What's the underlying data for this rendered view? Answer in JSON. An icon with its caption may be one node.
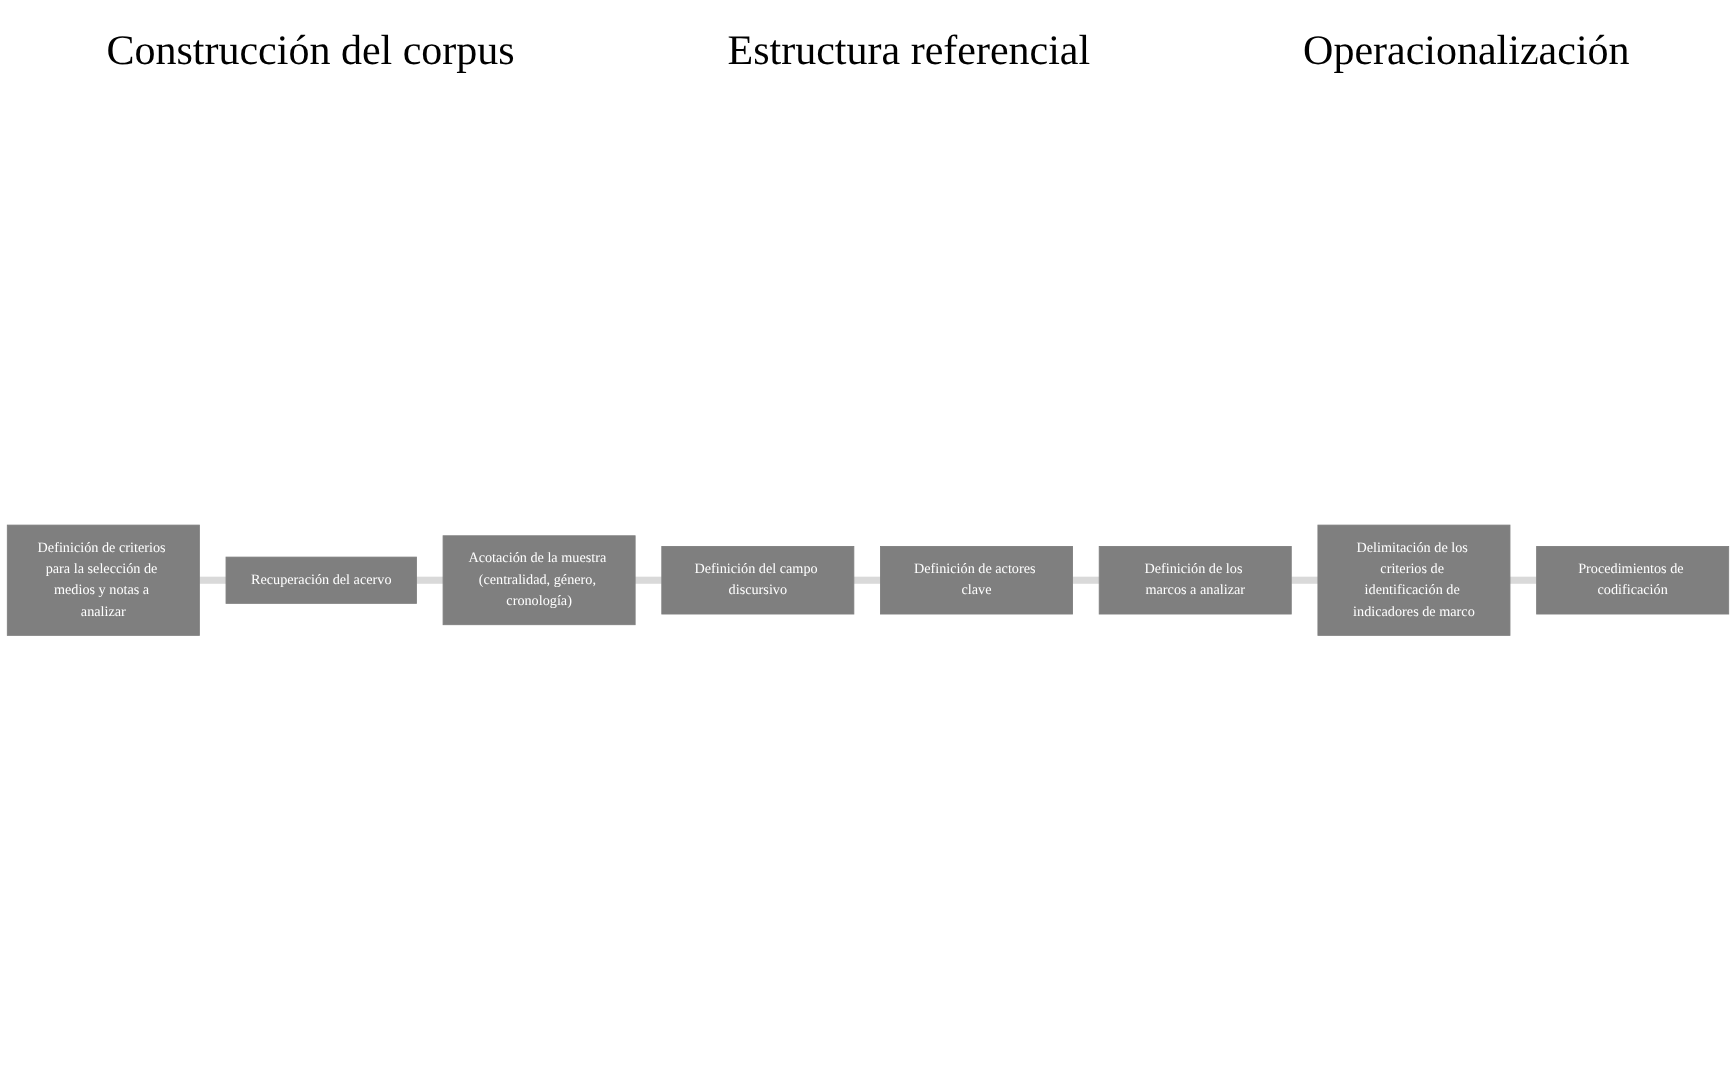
{
  "diagram": {
    "nodes": [
      {
        "text": [
          "Definición de criterios para la selección de medios y notas a analizar"
        ]
      },
      {
        "text": [
          "Recuperación del acervo"
        ]
      },
      {
        "text": [
          "Acotación de la muestra (centralidad, género, cronología)"
        ]
      },
      {
        "text": [
          "Definición de los marcos a analizar"
        ]
      },
      {
        "text": [
          "Definición de actores clave"
        ]
      },
      {
        "text": [
          "Definición del campo discursivo"
        ]
      },
      {
        "text": [
          "Delimitación de los criterios de identificación de indicadores de marco"
        ]
      },
      {
        "text": [
          "Procedimientos de codificación"
        ]
      }
    ],
    "edges": [
      {
        "from": 0,
        "to": 1,
        "arrow": "none"
      },
      {
        "from": 1,
        "to": 2,
        "arrow": "none"
      },
      {
        "from": 2,
        "to": 5,
        "arrow": "none"
      },
      {
        "from": 5,
        "to": 4,
        "arrow": "none"
      },
      {
        "from": 4,
        "to": 3,
        "arrow": "none"
      },
      {
        "from": 3,
        "to": 6,
        "arrow": "none"
      },
      {
        "from": 6,
        "to": 7,
        "arrow": "none"
      }
    ],
    "labels": [
      "Construcción del corpus",
      "Estructura referencial",
      "Operacionalización"
    ]
  }
}
